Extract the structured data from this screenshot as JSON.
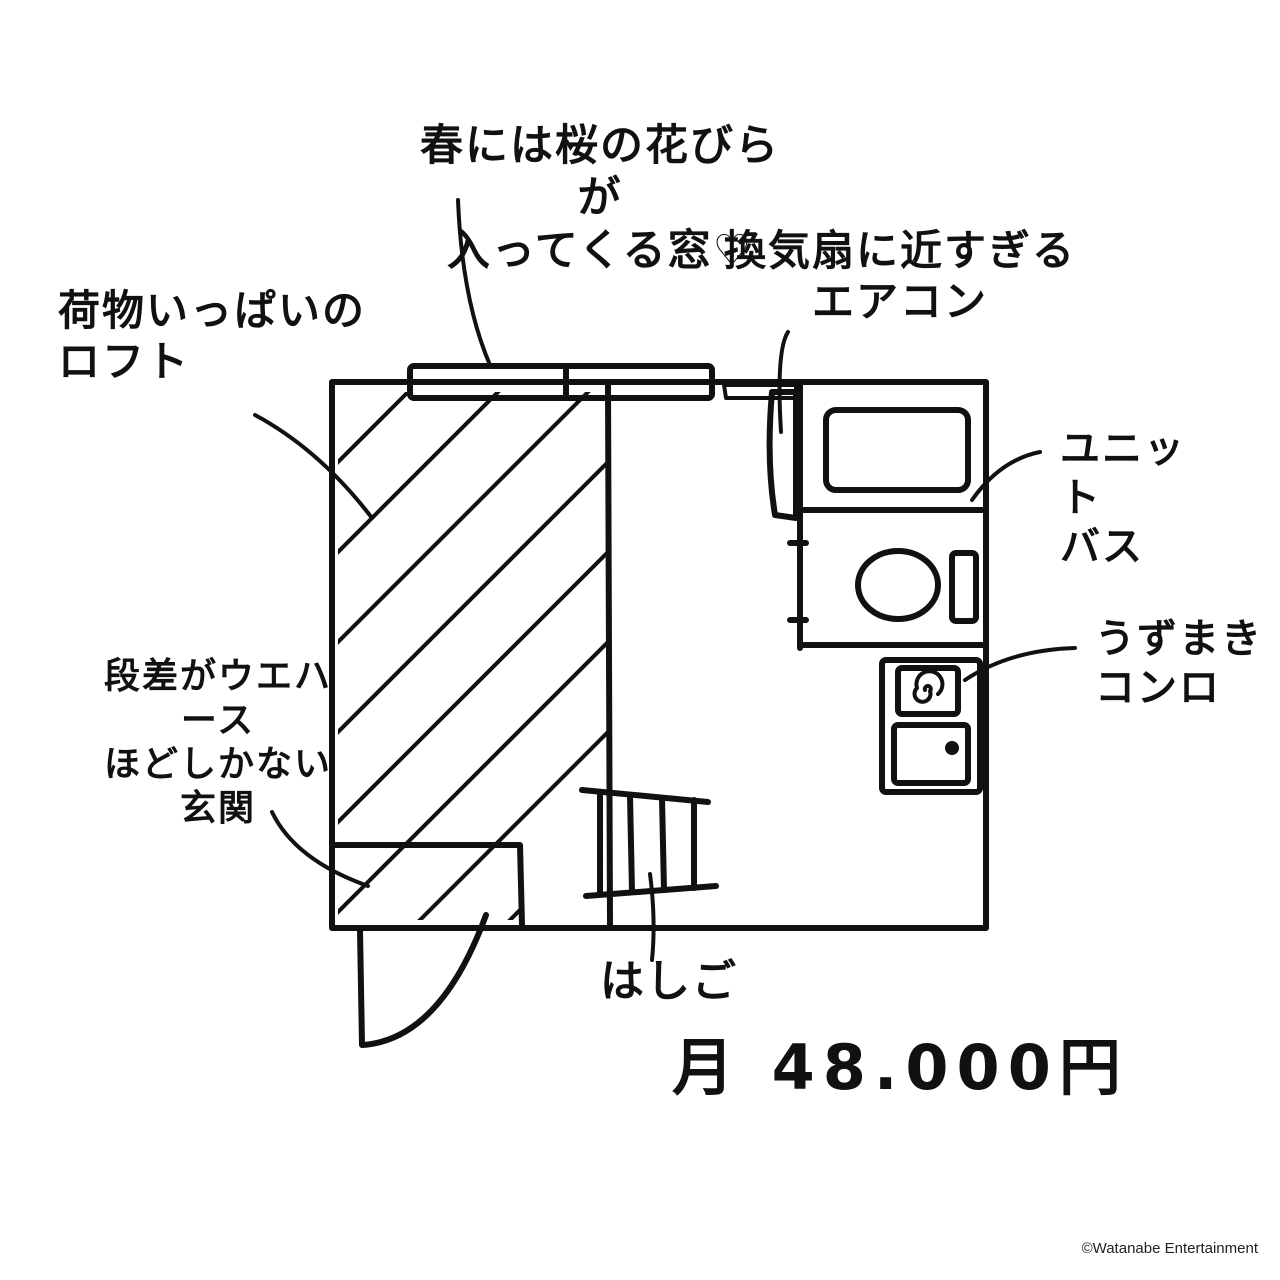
{
  "annotations": {
    "window": "春には桜の花びらが\n入ってくる窓♡",
    "loft": "荷物いっぱいの\nロフト",
    "aircon": "換気扇に近すぎる\nエアコン",
    "unit_bath": "ユニット\nバス",
    "stove": "うずまき\nコンロ",
    "entrance": "段差がウエハース\nほどしかない\n玄関",
    "ladder": "はしご"
  },
  "price": "月 48.000円",
  "copyright": "©Watanabe Entertainment",
  "colors": {
    "ink": "#111111",
    "background": "#ffffff"
  }
}
